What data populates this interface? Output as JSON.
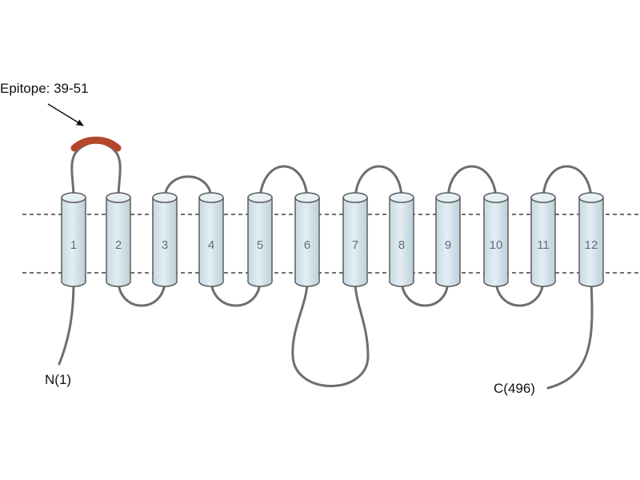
{
  "epitope_label": "Epitope: 39-51",
  "n_terminus_label": "N(1)",
  "c_terminus_label": "C(496)",
  "helix_numbers": [
    "1",
    "2",
    "3",
    "4",
    "5",
    "6",
    "7",
    "8",
    "9",
    "10",
    "11",
    "12"
  ],
  "colors": {
    "cylinder_fill": "#d8e6ed",
    "cylinder_stroke": "#5d5d5d",
    "loop": "#6e6e6e",
    "epitope": "#b5462c",
    "membrane_line": "#1a1a1a"
  }
}
